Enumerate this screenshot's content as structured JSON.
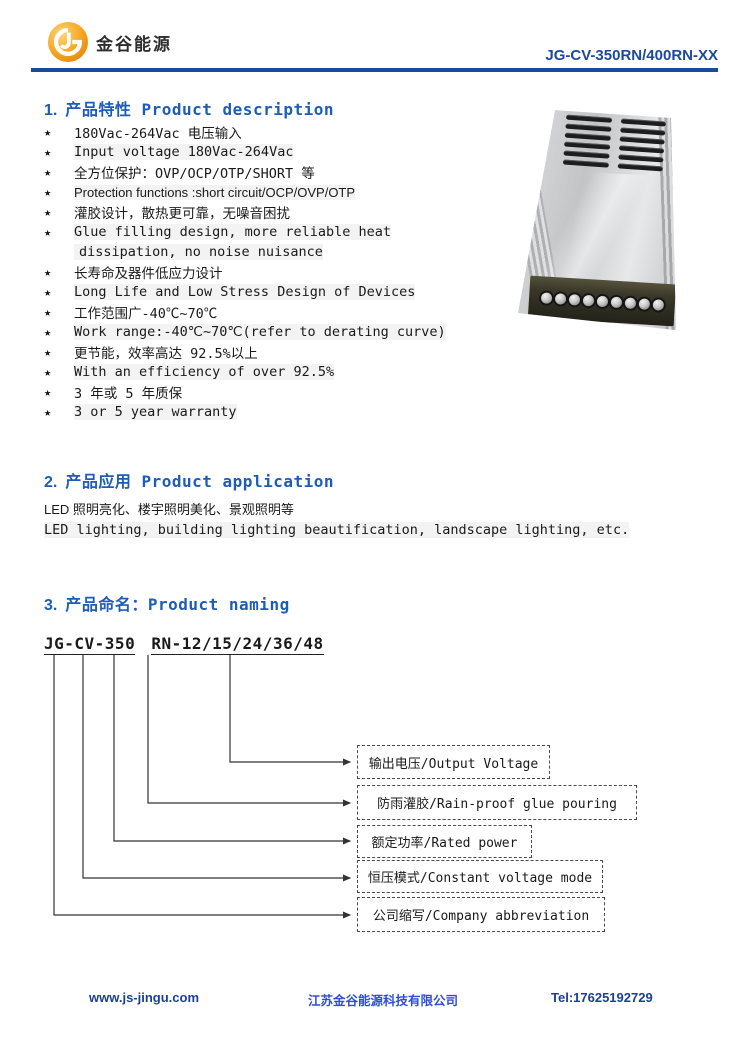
{
  "icons": {
    "star": "★"
  },
  "header": {
    "brand_cjk": "金谷能源",
    "model_code": "JG-CV-350RN/400RN-XX"
  },
  "section1": {
    "number": "1.",
    "title": "产品特性 Product description"
  },
  "features": [
    {
      "text": "180Vac-264Vac 电压输入"
    },
    {
      "text": "Input voltage 180Vac-264Vac"
    },
    {
      "text": "全方位保护：OVP/OCP/OTP/SHORT 等"
    },
    {
      "text": "Protection functions :short circuit/OCP/OVP/OTP"
    },
    {
      "text": "灌胶设计，散热更可靠，无噪音困扰"
    },
    {
      "text": "Glue filling design, more reliable heat"
    },
    {
      "text": "dissipation, no noise nuisance"
    },
    {
      "text": "长寿命及器件低应力设计"
    },
    {
      "text": "Long Life and Low Stress Design of Devices"
    },
    {
      "text": "工作范围广-40℃~70℃"
    },
    {
      "text": "Work range:-40℃~70℃(refer to derating curve)"
    },
    {
      "text": "更节能，效率高达 92.5%以上"
    },
    {
      "text": "With an efficiency of over 92.5%"
    },
    {
      "text": "3 年或 5 年质保"
    },
    {
      "text": "3 or 5 year warranty"
    }
  ],
  "section2": {
    "number": "2.",
    "title": "产品应用 Product application",
    "line_cjk": "LED 照明亮化、楼宇照明美化、景观照明等",
    "line_en": "LED lighting, building lighting beautification, landscape lighting, etc."
  },
  "section3": {
    "number": "3.",
    "title": "产品命名：Product naming",
    "code_left": "JG-CV-350",
    "code_right": "RN-12/15/24/36/48",
    "labels": [
      "输出电压/Output Voltage",
      "防雨灌胶/Rain-proof glue pouring",
      "额定功率/Rated power",
      "恒压模式/Constant voltage mode",
      "公司缩写/Company abbreviation"
    ]
  },
  "product_photo": {
    "description": "aluminum rain-proof LED power supply, angled top view"
  },
  "footer": {
    "website": "www.js-jingu.com",
    "company": "江苏金谷能源科技有限公司",
    "tel": "Tel:17625192729"
  },
  "colors": {
    "accent_blue": "#1b4a9c",
    "heading_blue": "#1d5cb8",
    "footer_center_blue": "#2f4fd0",
    "logo_orange": "#f6ac2a"
  }
}
